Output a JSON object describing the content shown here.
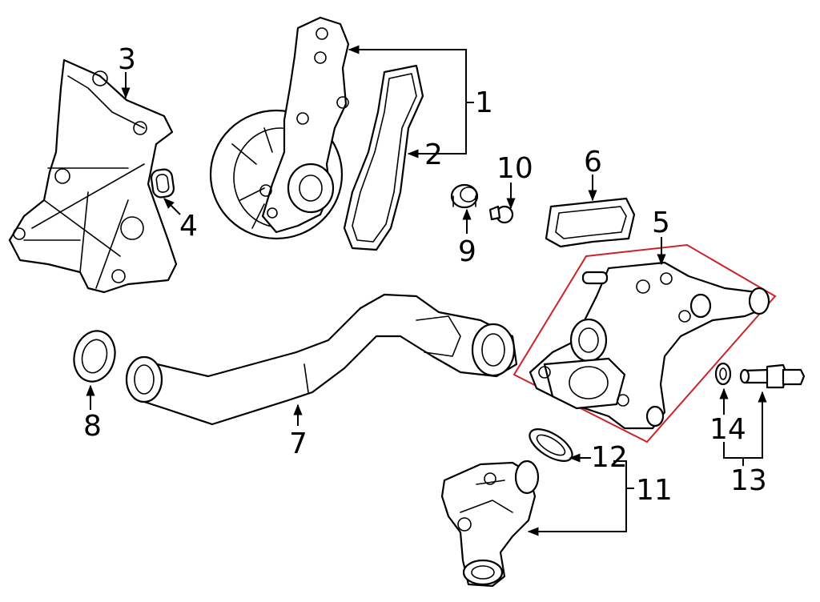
{
  "highlight_color": "#cc2229",
  "line_color": "#000000",
  "callouts": [
    {
      "id": "1",
      "text": "1"
    },
    {
      "id": "2",
      "text": "2"
    },
    {
      "id": "3",
      "text": "3"
    },
    {
      "id": "4",
      "text": "4"
    },
    {
      "id": "5",
      "text": "5"
    },
    {
      "id": "6",
      "text": "6"
    },
    {
      "id": "7",
      "text": "7"
    },
    {
      "id": "8",
      "text": "8"
    },
    {
      "id": "9",
      "text": "9"
    },
    {
      "id": "10",
      "text": "10"
    },
    {
      "id": "11",
      "text": "11"
    },
    {
      "id": "12",
      "text": "12"
    },
    {
      "id": "13",
      "text": "13"
    },
    {
      "id": "14",
      "text": "14"
    }
  ]
}
